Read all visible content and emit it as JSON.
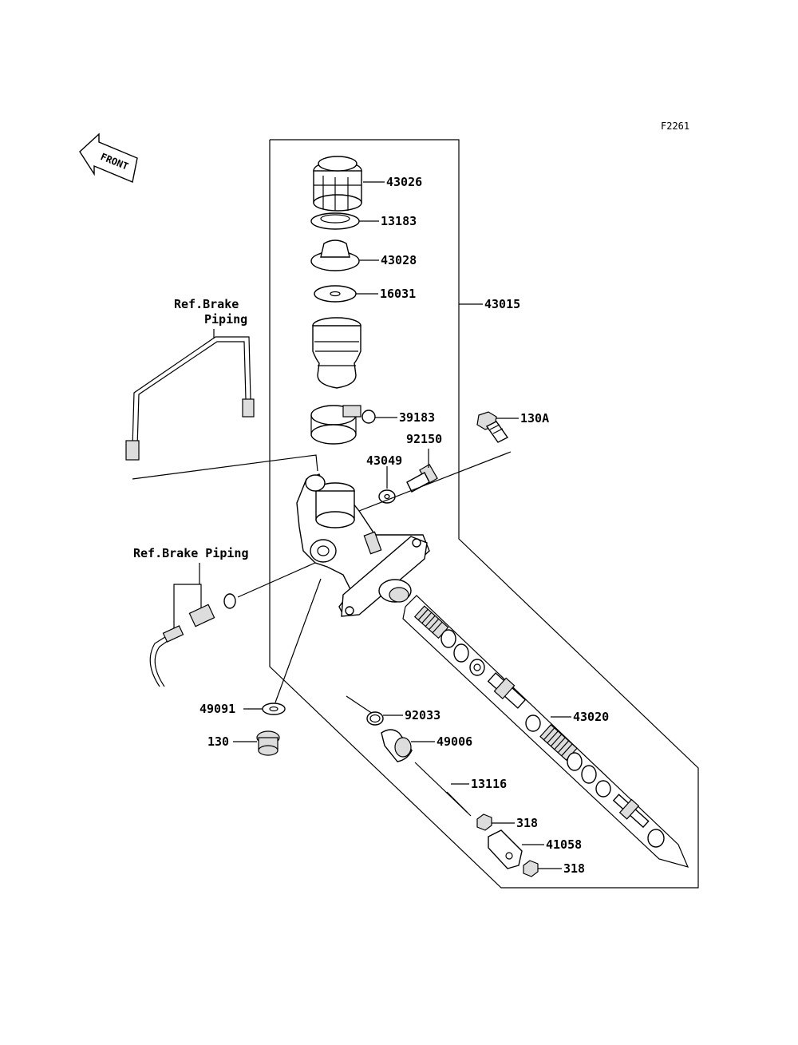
{
  "diagram": {
    "code": "F2261",
    "front_label": "FRONT",
    "ref_brake_piping_top_line1": "Ref.Brake",
    "ref_brake_piping_top_line2": "Piping",
    "ref_brake_piping_left": "Ref.Brake Piping",
    "parts": [
      {
        "id": "p43026",
        "number": "43026"
      },
      {
        "id": "p13183",
        "number": "13183"
      },
      {
        "id": "p43028",
        "number": "43028"
      },
      {
        "id": "p16031",
        "number": "16031"
      },
      {
        "id": "p43015",
        "number": "43015"
      },
      {
        "id": "p39183",
        "number": "39183"
      },
      {
        "id": "p130A",
        "number": "130A"
      },
      {
        "id": "p92150",
        "number": "92150"
      },
      {
        "id": "p43049",
        "number": "43049"
      },
      {
        "id": "p49091",
        "number": "49091"
      },
      {
        "id": "p130",
        "number": "130"
      },
      {
        "id": "p92033",
        "number": "92033"
      },
      {
        "id": "p49006",
        "number": "49006"
      },
      {
        "id": "p43020",
        "number": "43020"
      },
      {
        "id": "p13116",
        "number": "13116"
      },
      {
        "id": "p318a",
        "number": "318"
      },
      {
        "id": "p41058",
        "number": "41058"
      },
      {
        "id": "p318b",
        "number": "318"
      }
    ]
  }
}
